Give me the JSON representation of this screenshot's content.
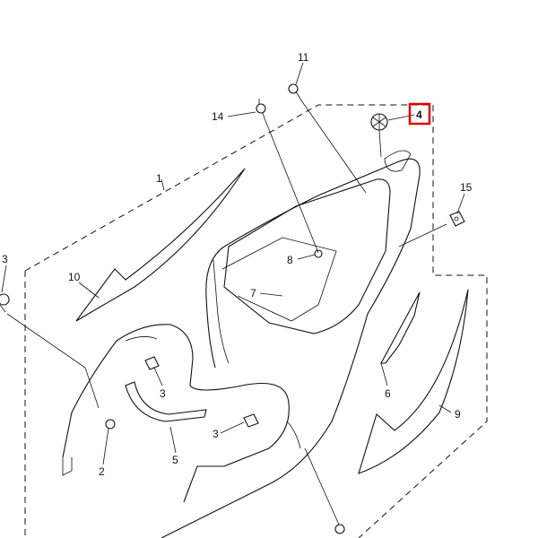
{
  "diagram": {
    "highlighted_callout": "4",
    "highlight_color": "#e00000",
    "callouts": {
      "c11": "11",
      "c14": "14",
      "c4": "4",
      "c1": "1",
      "c15": "15",
      "c3a": "3",
      "c10": "10",
      "c8": "8",
      "c7": "7",
      "c3b": "3",
      "c6": "6",
      "c9": "9",
      "c3c": "3",
      "c2": "2",
      "c5": "5"
    }
  }
}
